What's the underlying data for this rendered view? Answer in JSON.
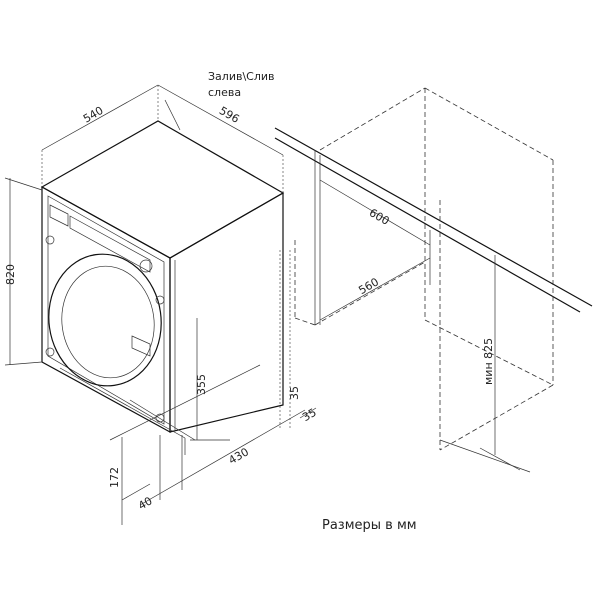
{
  "labels": {
    "depth": "540",
    "width": "596",
    "hose_note_line1": "Залив\\Слив",
    "hose_note_line2": "слева",
    "height": "820",
    "niche_width": "600",
    "niche_depth": "560",
    "min_height": "мин 825",
    "door_height": "355",
    "gap_side": "35",
    "gap_back": "35",
    "plinth_height": "172",
    "plinth_offset": "40",
    "plinth_depth": "430",
    "units_note": "Размеры в мм"
  }
}
